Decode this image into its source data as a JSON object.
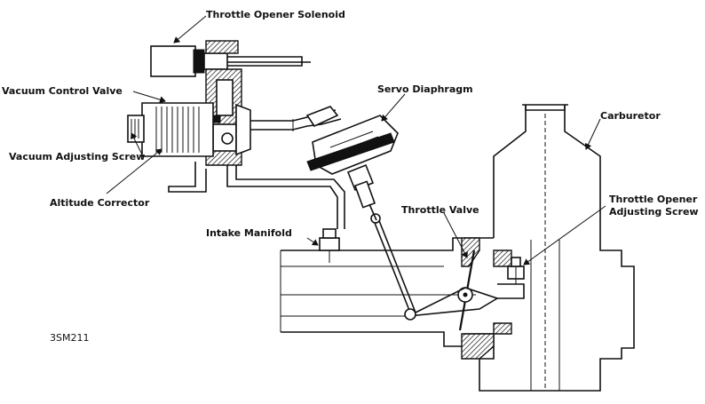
{
  "labels": {
    "throttle_opener_solenoid": "Throttle Opener Solenoid",
    "vacuum_control_valve": "Vacuum Control Valve",
    "servo_diaphragm": "Servo Diaphragm",
    "carburetor": "Carburetor",
    "vacuum_adjusting_screw": "Vacuum Adjusting Screw",
    "altitude_corrector": "Altitude Corrector",
    "throttle_valve": "Throttle Valve",
    "throttle_opener_adjusting_screw_line1": "Throttle Opener",
    "throttle_opener_adjusting_screw_line2": "Adjusting Screw",
    "intake_manifold": "Intake Manifold",
    "figure_code": "3SM211"
  }
}
